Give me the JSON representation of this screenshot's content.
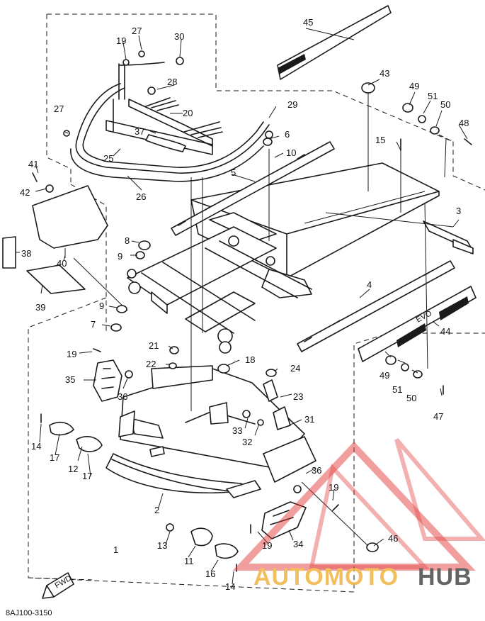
{
  "diagram": {
    "drawing_code": "8AJ100-3150",
    "fwd_label": "FWD",
    "callouts": [
      "1",
      "2",
      "3",
      "4",
      "5",
      "6",
      "7",
      "8",
      "9",
      "9",
      "10",
      "11",
      "12",
      "13",
      "14",
      "14",
      "15",
      "16",
      "17",
      "17",
      "18",
      "19",
      "19",
      "19",
      "19",
      "20",
      "21",
      "22",
      "23",
      "24",
      "25",
      "26",
      "27",
      "27",
      "28",
      "29",
      "30",
      "31",
      "32",
      "33",
      "34",
      "35",
      "36",
      "36",
      "37",
      "38",
      "39",
      "40",
      "41",
      "42",
      "43",
      "44",
      "45",
      "46",
      "47",
      "48",
      "49",
      "49",
      "50",
      "50",
      "51",
      "51"
    ]
  },
  "watermark": {
    "brand_part1": "AUTOMOTO",
    "brand_part2": "HUB",
    "colors": {
      "accent": "#e03030",
      "gold": "#f0b440",
      "dark": "#4a4a4a"
    }
  }
}
